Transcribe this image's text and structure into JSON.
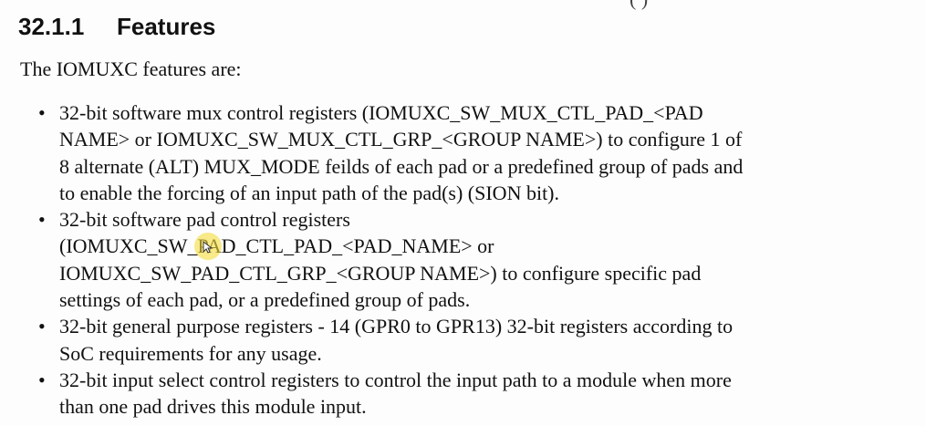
{
  "document": {
    "top_fragment": "(    )",
    "section_number": "32.1.1",
    "section_title": "Features",
    "intro": "The IOMUXC features are:",
    "bullet_glyph": "•",
    "features": [
      {
        "lines": [
          "32-bit software mux control registers (IOMUXC_SW_MUX_CTL_PAD_<PAD",
          "NAME> or IOMUXC_SW_MUX_CTL_GRP_<GROUP NAME>) to configure 1 of",
          "8 alternate (ALT) MUX_MODE feilds of each pad or a predefined group of pads and",
          "to enable the forcing of an input path of the pad(s) (SION bit)."
        ]
      },
      {
        "lines": [
          "32-bit software pad control registers",
          "(IOMUXC_SW_PAD_CTL_PAD_<PAD_NAME> or",
          "IOMUXC_SW_PAD_CTL_GRP_<GROUP NAME>) to configure specific pad",
          "settings of each pad, or a predefined group of pads."
        ]
      },
      {
        "lines": [
          "32-bit general purpose registers - 14 (GPR0 to GPR13) 32-bit registers according to",
          "SoC requirements for any usage."
        ]
      },
      {
        "lines": [
          "32-bit input select control registers to control the input path to a module when more",
          "than one pad drives this module input."
        ]
      }
    ]
  },
  "cursor": {
    "icon": "pointer-cursor-icon",
    "highlight_color": "#f5dc3c"
  }
}
